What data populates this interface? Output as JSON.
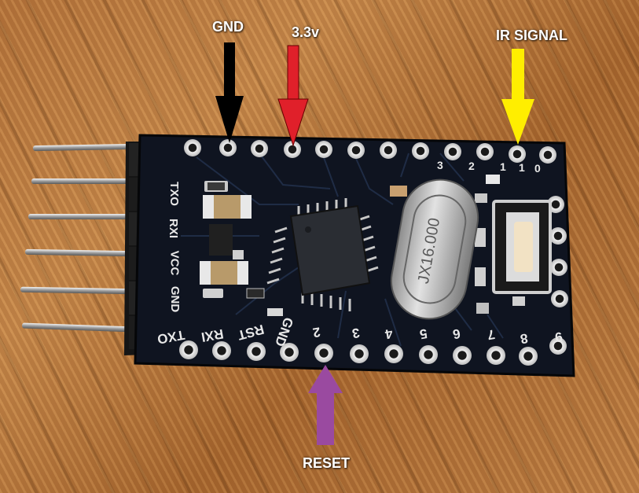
{
  "callouts": {
    "gnd": "GND",
    "v33": "3.3v",
    "ir": "IR SIGNAL",
    "reset": "RESET"
  },
  "arrow_colors": {
    "gnd": "#000000",
    "v33": "#e0202a",
    "ir": "#ffee00",
    "reset": "#9a4aa0"
  },
  "header_labels": [
    "TXO",
    "RXI",
    "VCC",
    "GND"
  ],
  "bottom_labels": [
    "TXO",
    "RXI",
    "RST",
    "GND",
    "2",
    "3",
    "4",
    "5",
    "6",
    "7",
    "8",
    "9"
  ],
  "top_labels": [
    "3",
    "2",
    "1",
    "1",
    "0"
  ],
  "crystal_text": "JX16.000"
}
